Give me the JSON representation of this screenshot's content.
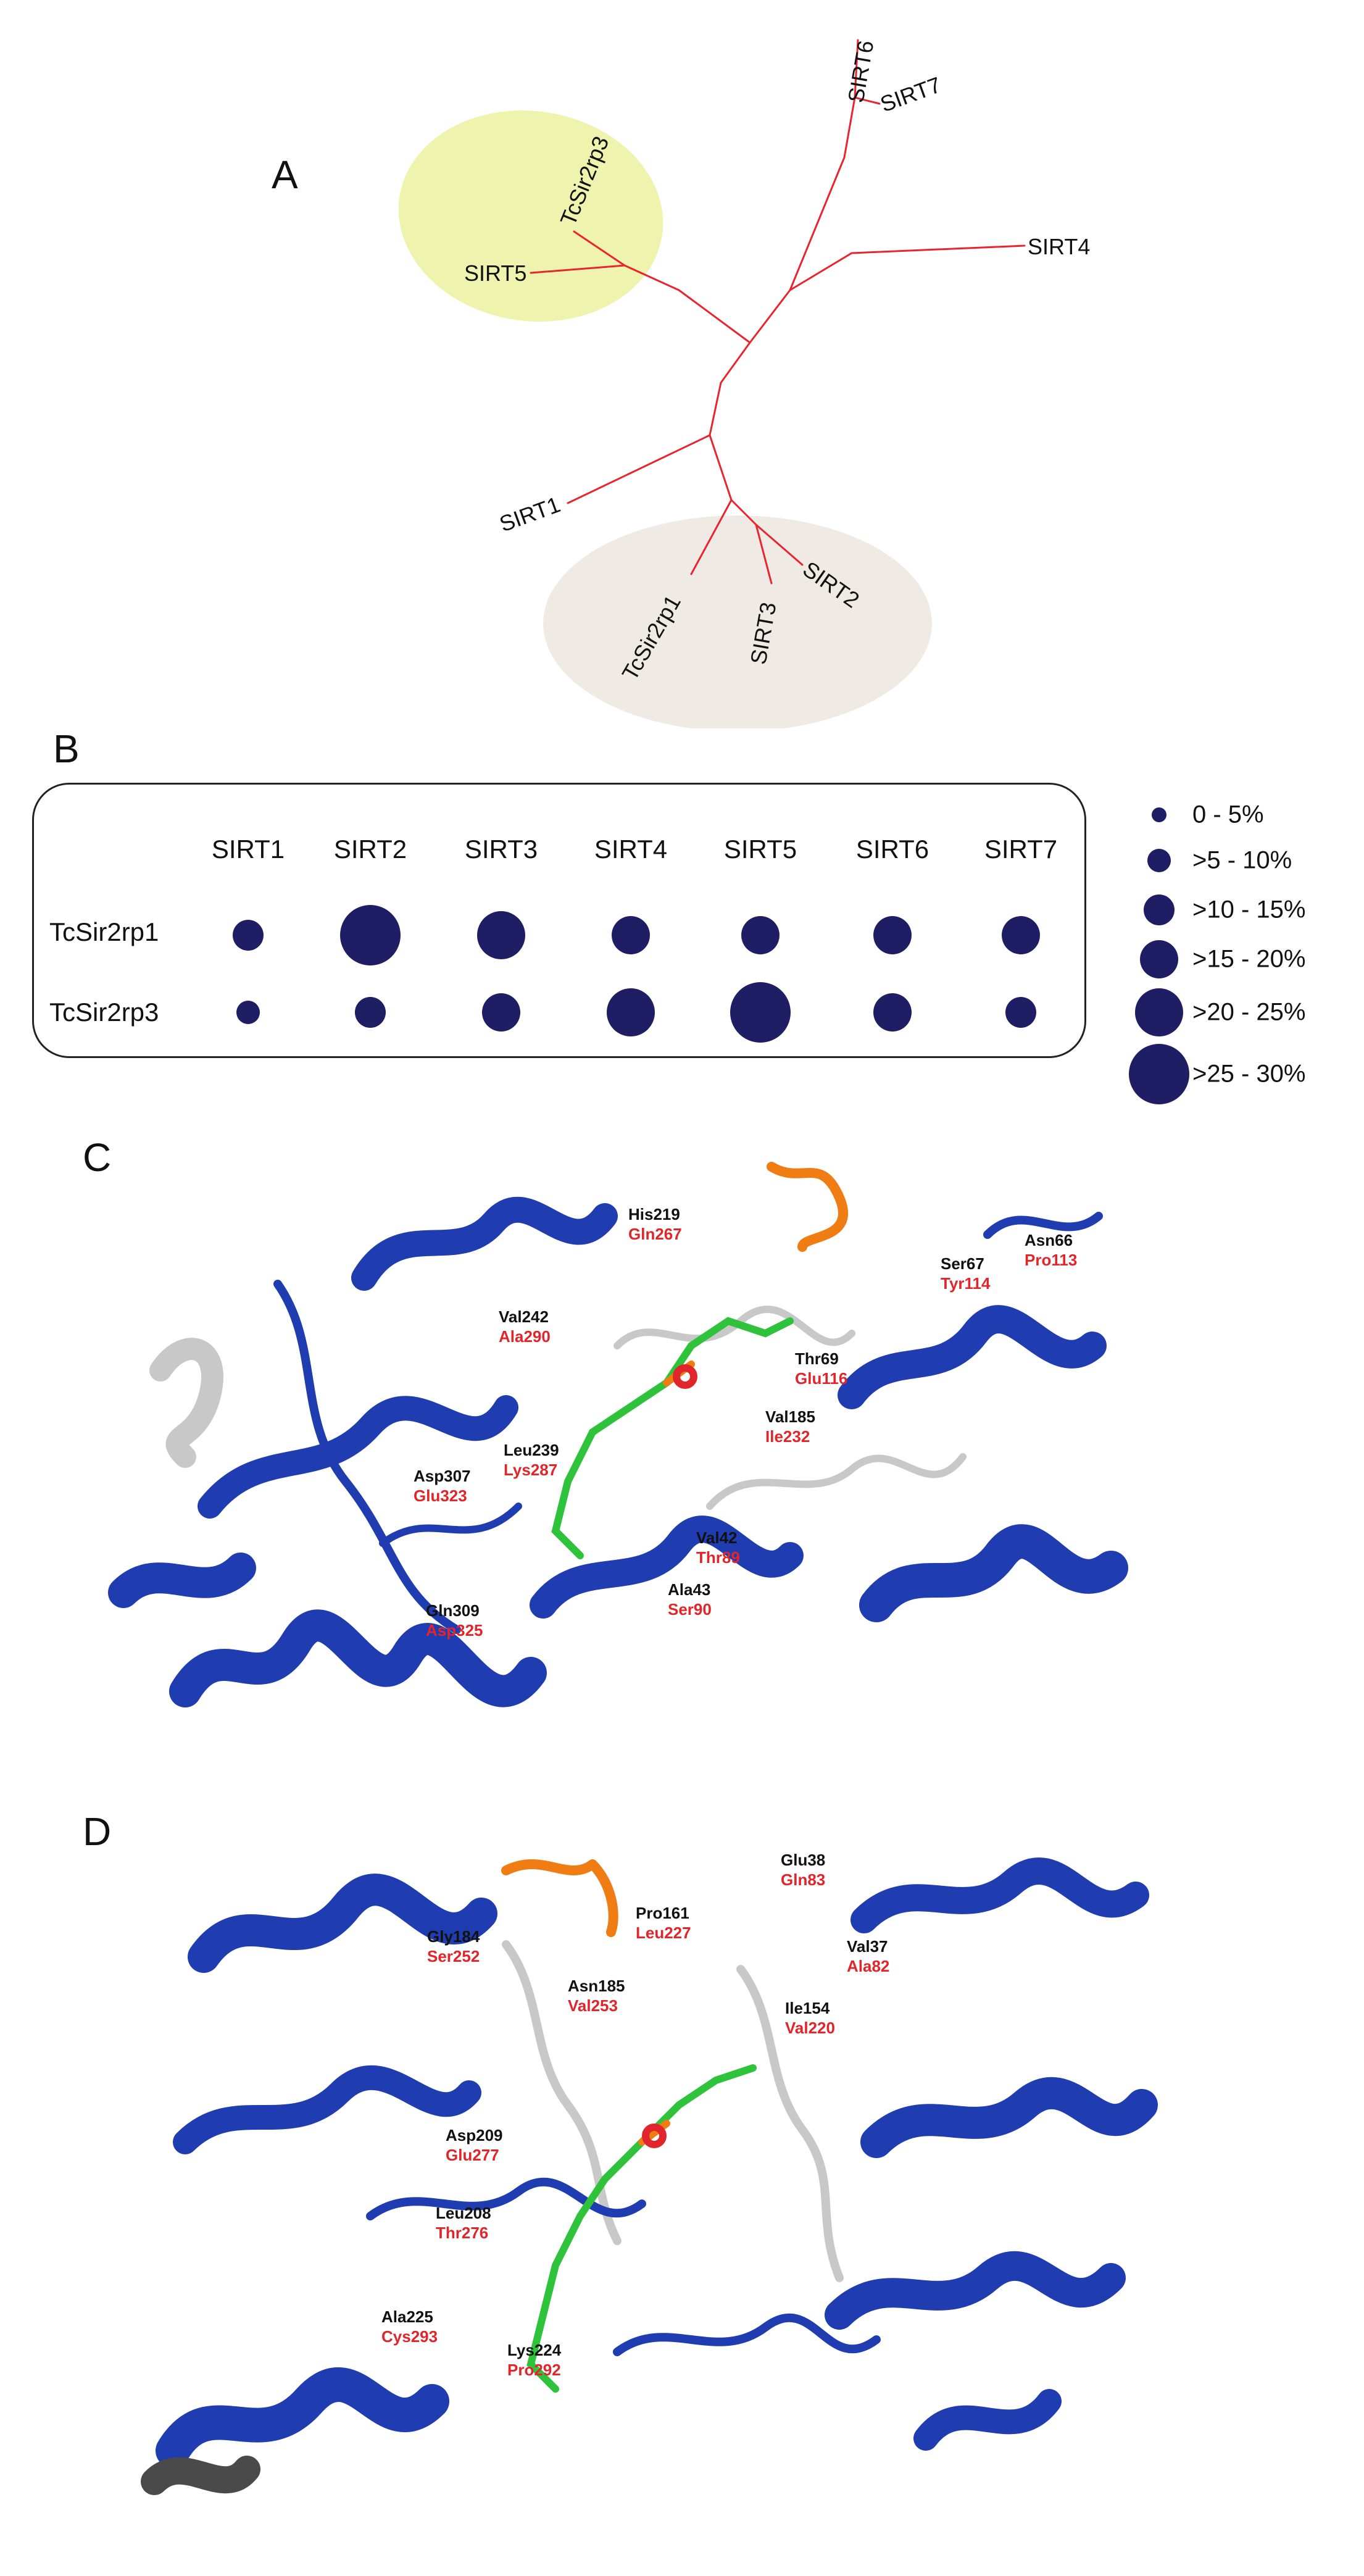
{
  "panels": {
    "a": "A",
    "b": "B",
    "c": "C",
    "d": "D"
  },
  "tree": {
    "leaves": [
      "SIRT6",
      "SIRT7",
      "SIRT4",
      "TcSir2rp3",
      "SIRT5",
      "SIRT1",
      "TcSir2rp1",
      "SIRT3",
      "SIRT2"
    ],
    "branch_color": "#e8252f",
    "cluster_colors": {
      "tcsir2rp3_group": "#eef3ad",
      "tcsir2rp1_group": "#efebe4"
    }
  },
  "identity_matrix": {
    "columns": [
      "SIRT1",
      "SIRT2",
      "SIRT3",
      "SIRT4",
      "SIRT5",
      "SIRT6",
      "SIRT7"
    ],
    "rows": [
      {
        "label": "TcSir2rp1",
        "bins": [
          2,
          5,
          4,
          3,
          3,
          3,
          3
        ]
      },
      {
        "label": "TcSir2rp3",
        "bins": [
          1,
          2,
          3,
          4,
          5,
          3,
          2
        ]
      }
    ],
    "dot_color": "#1f1d63"
  },
  "legend": [
    {
      "label": "0 - 5%",
      "bin": 0
    },
    {
      "label": ">5 - 10%",
      "bin": 1
    },
    {
      "label": ">10 - 15%",
      "bin": 2
    },
    {
      "label": ">15 - 20%",
      "bin": 3
    },
    {
      "label": ">20 - 25%",
      "bin": 4
    },
    {
      "label": ">25 - 30%",
      "bin": 5
    }
  ],
  "structure_c": {
    "residues": [
      {
        "name": "His219",
        "sub": "Gln267"
      },
      {
        "name": "Asn66",
        "sub": "Pro113"
      },
      {
        "name": "Ser67",
        "sub": "Tyr114"
      },
      {
        "name": "Val242",
        "sub": "Ala290"
      },
      {
        "name": "Thr69",
        "sub": "Glu116"
      },
      {
        "name": "Val185",
        "sub": "Ile232"
      },
      {
        "name": "Leu239",
        "sub": "Lys287"
      },
      {
        "name": "Asp307",
        "sub": "Glu323"
      },
      {
        "name": "Val42",
        "sub": "Thr89"
      },
      {
        "name": "Ala43",
        "sub": "Ser90"
      },
      {
        "name": "Gln309",
        "sub": "Asp325"
      }
    ]
  },
  "structure_d": {
    "residues": [
      {
        "name": "Glu38",
        "sub": "Gln83"
      },
      {
        "name": "Pro161",
        "sub": "Leu227"
      },
      {
        "name": "Gly184",
        "sub": "Ser252"
      },
      {
        "name": "Val37",
        "sub": "Ala82"
      },
      {
        "name": "Asn185",
        "sub": "Val253"
      },
      {
        "name": "Ile154",
        "sub": "Val220"
      },
      {
        "name": "Asp209",
        "sub": "Glu277"
      },
      {
        "name": "Leu208",
        "sub": "Thr276"
      },
      {
        "name": "Ala225",
        "sub": "Cys293"
      },
      {
        "name": "Lys224",
        "sub": "Pro292"
      }
    ]
  },
  "colors": {
    "helix_blue": "#1f3db0",
    "coil_grey": "#c8c8c8",
    "ligand_green": "#2ec33a",
    "peptide_orange": "#f07d14",
    "phosphate_orange": "#f07d14",
    "label_red": "#e0262b"
  }
}
